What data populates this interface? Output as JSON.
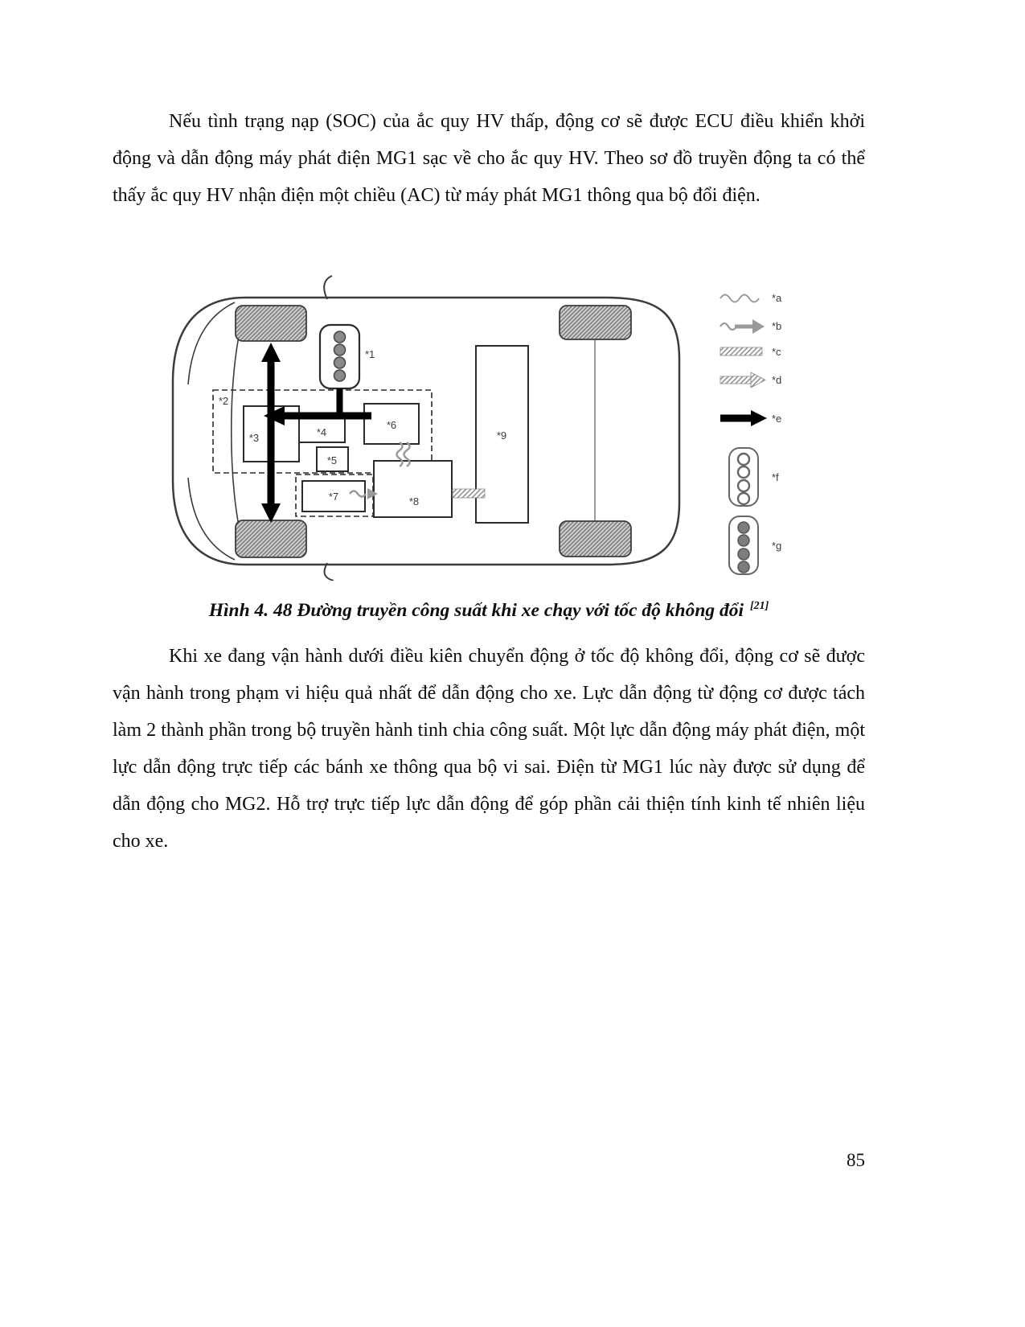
{
  "document": {
    "page_number": "85",
    "paragraphs": {
      "p1": "Nếu tình trạng nạp (SOC) của ắc quy HV thấp, động cơ sẽ được ECU điều khiển khởi động và dẫn động máy phát điện MG1 sạc về cho ắc quy HV. Theo sơ đồ truyền động ta có thể thấy ắc quy HV nhận điện một chiều (AC) từ máy phát MG1 thông qua bộ đổi điện.",
      "p2": "Khi xe đang vận hành dưới điều kiên chuyển động ở tốc độ không đổi, động cơ sẽ được vận hành trong phạm vi hiệu quả nhất để dẫn động cho xe. Lực dẫn động từ động cơ được tách làm 2 thành phần trong bộ truyền hành tinh chia công suất. Một lực dẫn động máy phát điện, một lực dẫn động trực tiếp các bánh xe thông qua bộ vi sai. Điện từ MG1 lúc này được sử dụng để dẫn động cho MG2. Hỗ trợ trực tiếp lực dẫn động để góp phần cải thiện tính kinh tế nhiên liệu cho xe."
    },
    "figure": {
      "caption": "Hình 4. 48 Đường truyền công suất khi xe chạy với tốc độ không đổi ",
      "caption_ref": "[21]",
      "diagram_labels": {
        "n1": "*1",
        "n2": "*2",
        "n3": "*3",
        "n4": "*4",
        "n5": "*5",
        "n6": "*6",
        "n7": "*7",
        "n8": "*8",
        "n9": "*9",
        "la": "*a",
        "lb": "*b",
        "lc": "*c",
        "ld": "*d",
        "le": "*e",
        "lf": "*f",
        "lg": "*g"
      }
    }
  }
}
